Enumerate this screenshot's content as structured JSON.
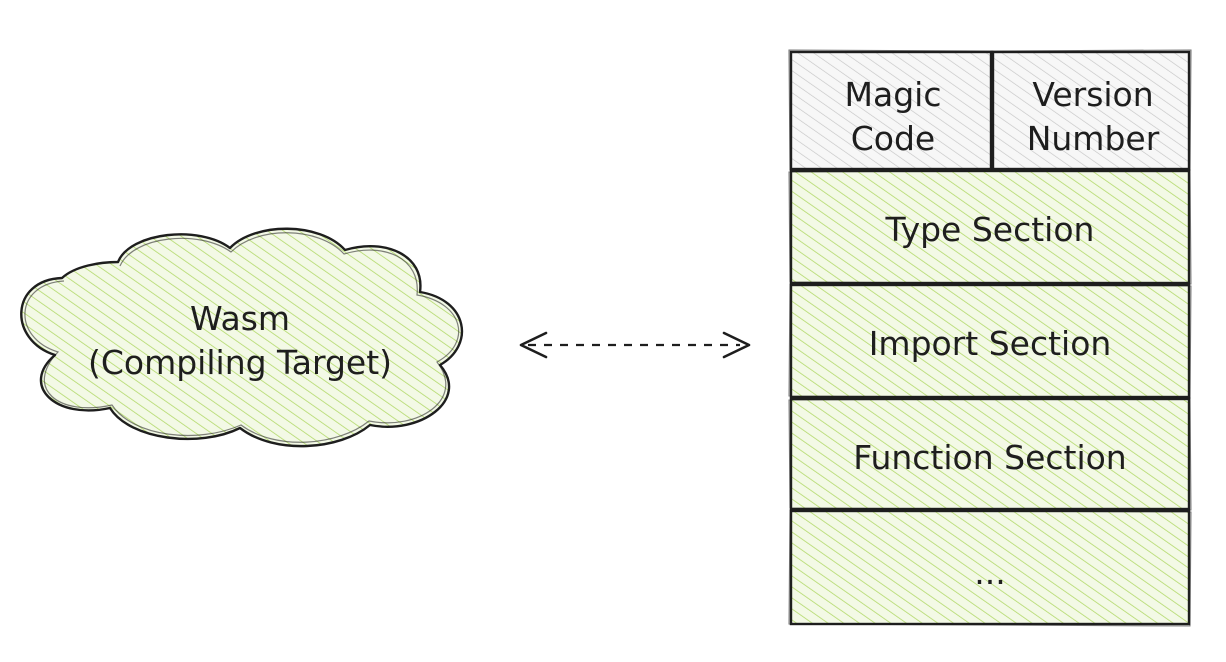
{
  "cloud": {
    "line1": "Wasm",
    "line2": "(Compiling Target)"
  },
  "header": {
    "magic_line1": "Magic",
    "magic_line2": "Code",
    "version_line1": "Version",
    "version_line2": "Number"
  },
  "sections": [
    "Type Section",
    "Import Section",
    "Function Section",
    "..."
  ],
  "colors": {
    "stroke": "#1e1e1e",
    "green_hatch": "#b2d96a",
    "green_fill": "#f3f9e6",
    "gray_hatch": "#bdbdbd",
    "gray_fill": "#f7f7f7"
  }
}
